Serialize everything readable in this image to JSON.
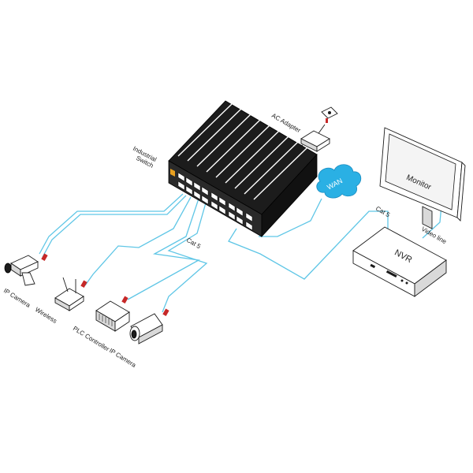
{
  "labels": {
    "ac_adapter": "AC Adapter",
    "switch": "Industrial",
    "switch2": "Switch",
    "wan": "WAN",
    "monitor": "Monitor",
    "nvr": "NVR",
    "video_line": "Video line",
    "cat5_right": "Cat 5",
    "cat5_left": "Cat 5",
    "ip_camera_1": "IP Camera",
    "wireless": "Wireless",
    "plc": "PLC Controller",
    "ip_camera_2": "IP Camera"
  },
  "colors": {
    "cable": "#5fc6e6",
    "cloud": "#2ab0e4",
    "switch_body": "#1c1c1c",
    "accent": "#e8a020"
  },
  "icons": [
    "ip-camera-icon",
    "wireless-ap-icon",
    "plc-controller-icon",
    "bullet-camera-icon",
    "monitor-icon",
    "nvr-icon",
    "ac-adapter-icon",
    "wan-cloud-icon",
    "industrial-switch-icon"
  ]
}
